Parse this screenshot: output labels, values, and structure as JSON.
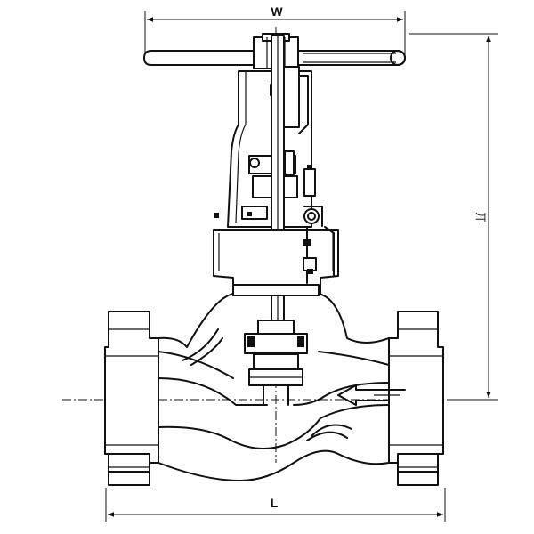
{
  "diagram": {
    "dimensions": {
      "width_label": "W",
      "length_label": "L",
      "height_label": "开"
    },
    "colors": {
      "line": "#111111",
      "background": "#ffffff"
    }
  }
}
